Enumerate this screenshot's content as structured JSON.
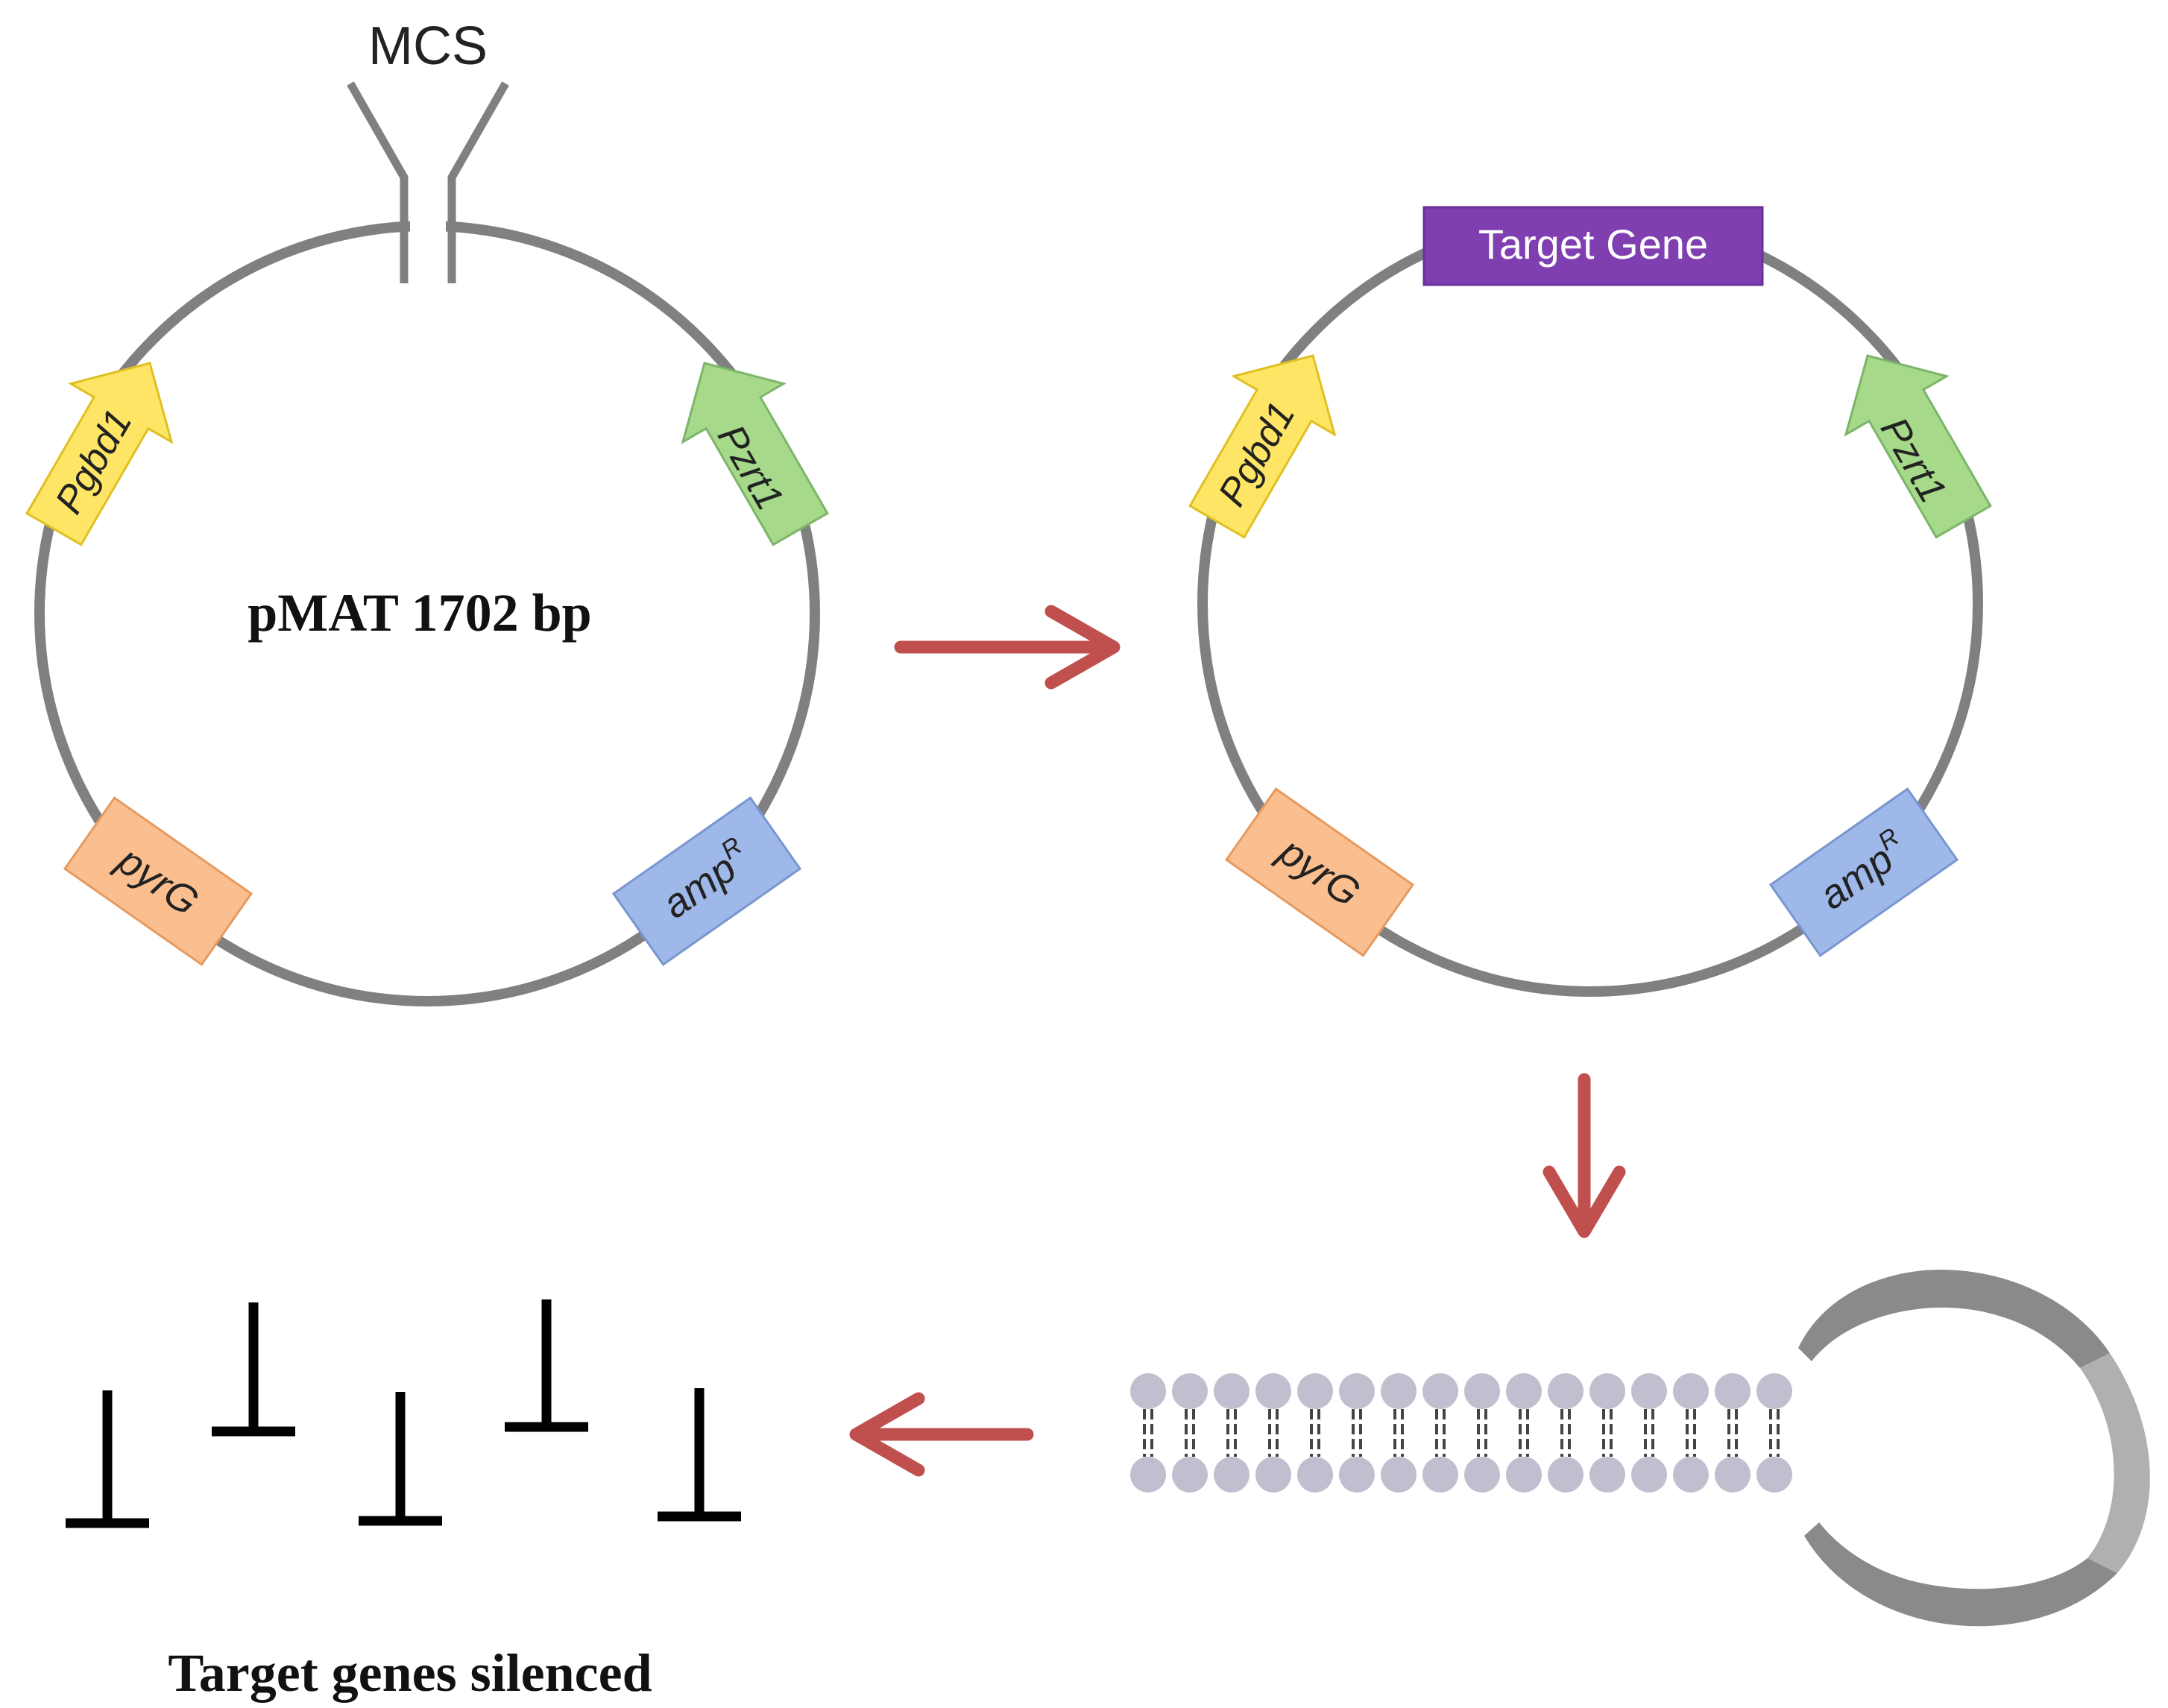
{
  "plasmid_left": {
    "mcs_label": "MCS",
    "name_label": "pMAT 1702 bp",
    "genes": {
      "pgbd1": "Pgbd1",
      "pzrt1": "Pzrt1",
      "pyrg": "pyrG",
      "amp_base": "amp",
      "amp_superscript": "R"
    }
  },
  "plasmid_right": {
    "target_gene_label": "Target Gene",
    "genes": {
      "pgbd1": "Pgbd1",
      "pzrt1": "Pzrt1",
      "pyrg": "pyrG",
      "amp_base": "amp",
      "amp_superscript": "R"
    }
  },
  "hairpin": {
    "base_pairs": 16
  },
  "silencing": {
    "caption": "Target genes silenced",
    "symbol_count": 5
  },
  "colors": {
    "backbone": "#808080",
    "arrow_red": "#c0504d",
    "pgbd1_fill": "#ffe566",
    "pzrt1_fill": "#a6d98a",
    "pyrg_fill": "#fbbf8f",
    "amp_fill": "#9fb8ea",
    "target_gene_fill": "#7f3fb0",
    "bead_fill": "#c0bfcf",
    "silencing_symbol": "#000000"
  },
  "icons": {
    "process_arrow": "right-arrow",
    "downward_arrow": "down-arrow",
    "leftward_arrow": "left-arrow",
    "silencing_symbol": "inverted-t-repression"
  }
}
